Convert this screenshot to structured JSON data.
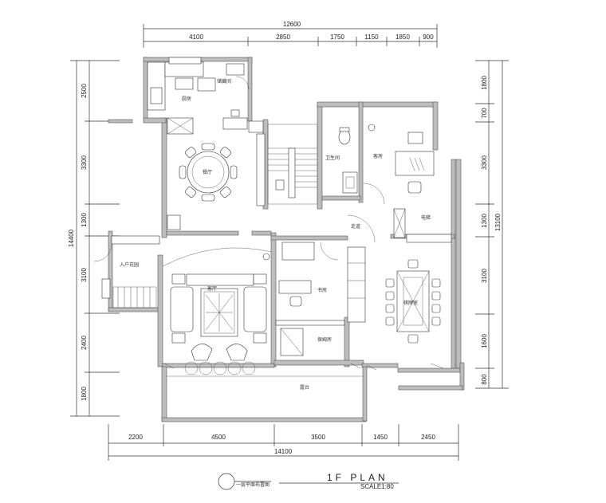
{
  "top_dims": {
    "total": "12600",
    "segments": [
      "4100",
      "2850",
      "1750",
      "1150",
      "1850",
      "900"
    ]
  },
  "bottom_dims": {
    "total": "14100",
    "segments": [
      "2200",
      "4500",
      "3500",
      "1450",
      "2450"
    ]
  },
  "left_dims": {
    "total": "14400",
    "segments": [
      "2500",
      "3300",
      "1300",
      "3100",
      "2400",
      "1800"
    ]
  },
  "right_dims": {
    "total": "13100",
    "segments": [
      "1800",
      "700",
      "3300",
      "1300",
      "3100",
      "1600",
      "800"
    ]
  },
  "rooms": {
    "kitchen": "厨房",
    "pantry": "储藏间",
    "dining": "餐厅",
    "powder": "卫生间",
    "guest": "客房",
    "entry": "入户花园",
    "living": "客厅",
    "study": "书房",
    "hall": "走道",
    "maid": "保姆房",
    "mahjong": "棋牌室",
    "terrace": "露台",
    "elevator": "电梯"
  },
  "footer": {
    "title": "1F PLAN",
    "scale": "SCALE1:80",
    "caption": "一层平面布置图"
  }
}
